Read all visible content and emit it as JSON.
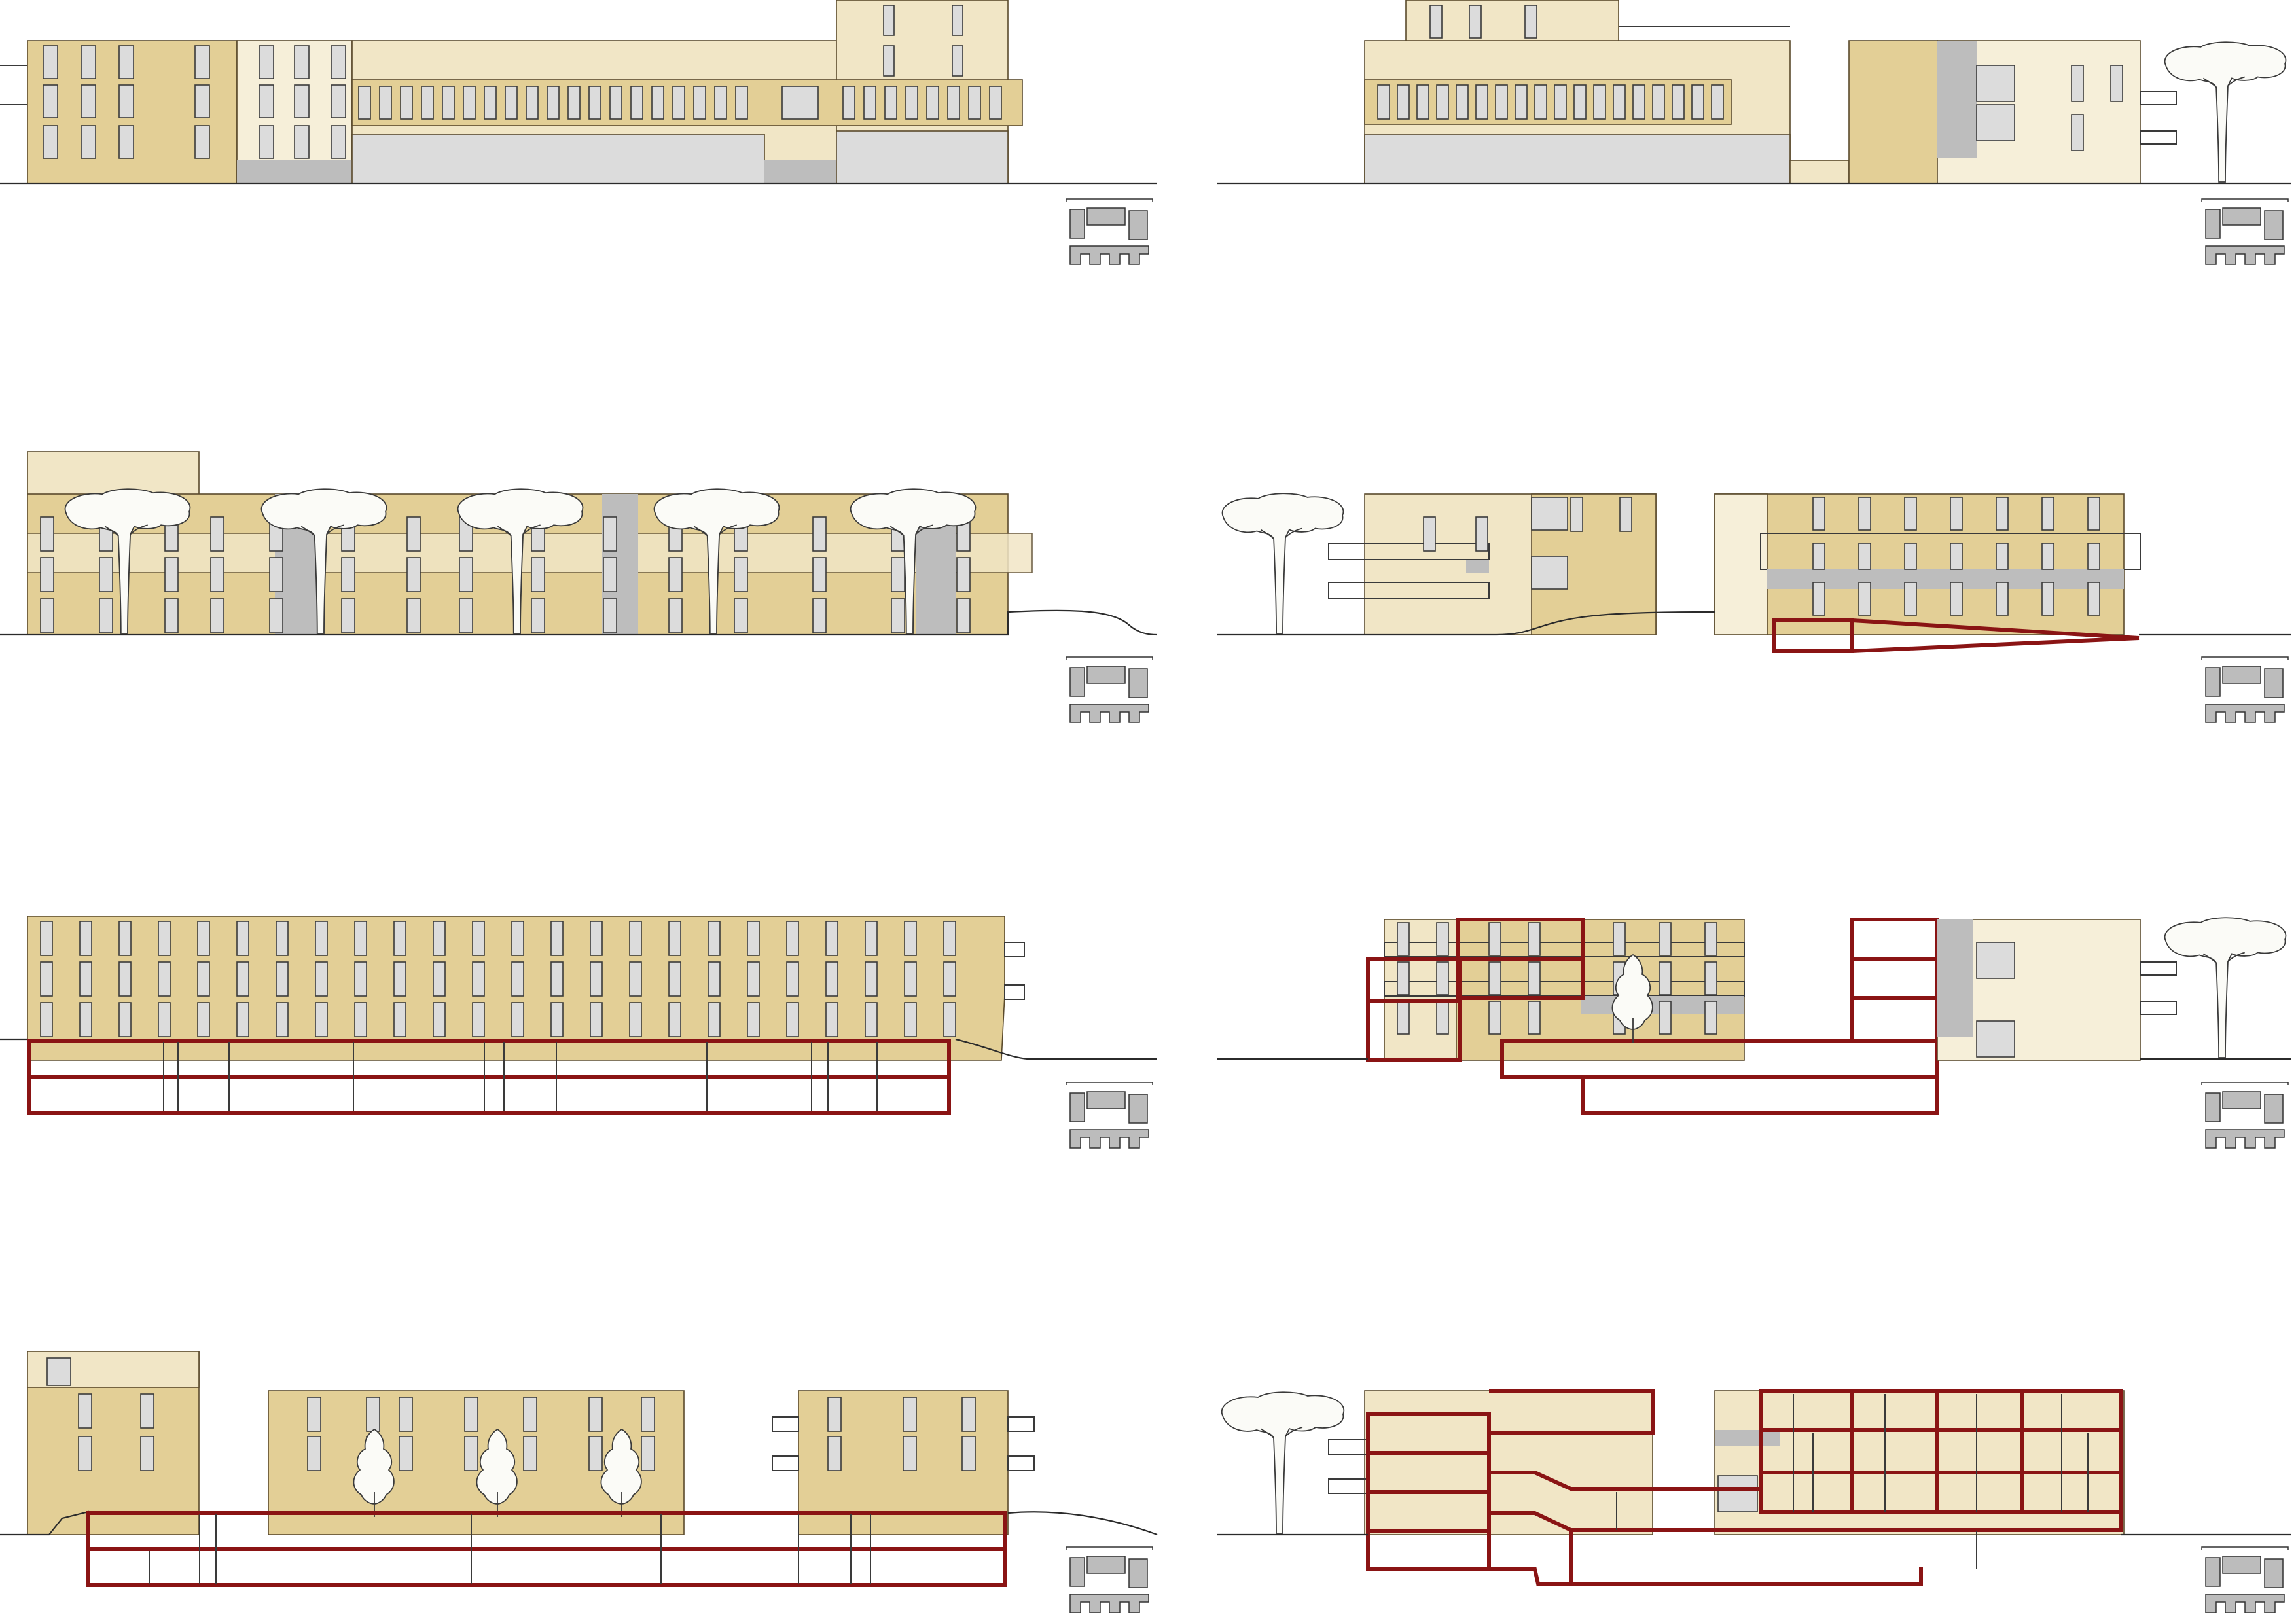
{
  "sheet": {
    "title": "",
    "labels": []
  },
  "colors": {
    "facade_dark": "#e3cf96",
    "facade_light": "#f1e6c6",
    "facade_pale": "#f6efd9",
    "glazing": "#dcdcdc",
    "shadow": "#bdbdbd",
    "section_cut": "#8a1414",
    "line": "#3a3a3a",
    "tree_canopy": "#fbfbf7"
  },
  "drawings": [
    {
      "id": "elevation-1",
      "kind": "elevation"
    },
    {
      "id": "elevation-2",
      "kind": "elevation"
    },
    {
      "id": "elevation-3",
      "kind": "elevation"
    },
    {
      "id": "elevation-4",
      "kind": "elevation"
    },
    {
      "id": "section-1",
      "kind": "section"
    },
    {
      "id": "section-2",
      "kind": "section"
    },
    {
      "id": "section-3",
      "kind": "section"
    },
    {
      "id": "section-4",
      "kind": "section"
    }
  ],
  "icons": [
    "key-plan-icon",
    "pine-tree-icon",
    "deciduous-tree-icon"
  ]
}
